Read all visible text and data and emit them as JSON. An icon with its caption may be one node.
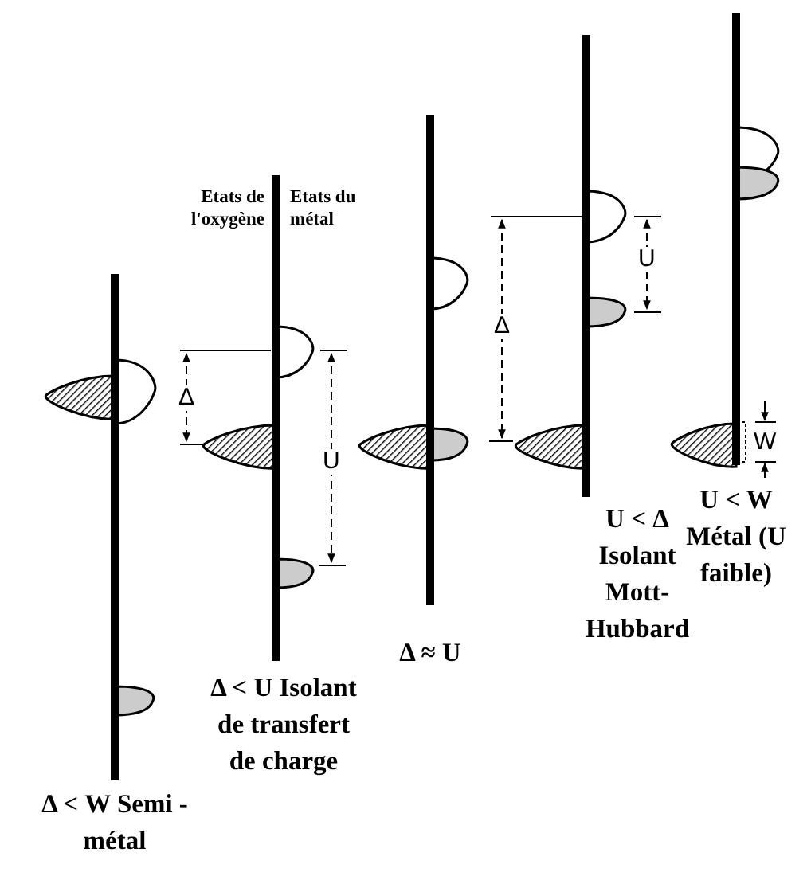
{
  "diagram": {
    "labels": [
      "Etats de l'oxygène",
      "Etats du métal",
      "U",
      "Δ",
      "Δ",
      "U",
      "W",
      "U < W Métal (U faible)",
      "U < Δ Isolant Mott-Hubbard",
      "Δ ≈ U",
      "Δ < U Isolant de transfert de charge",
      "Δ < W Semi - métal"
    ]
  }
}
